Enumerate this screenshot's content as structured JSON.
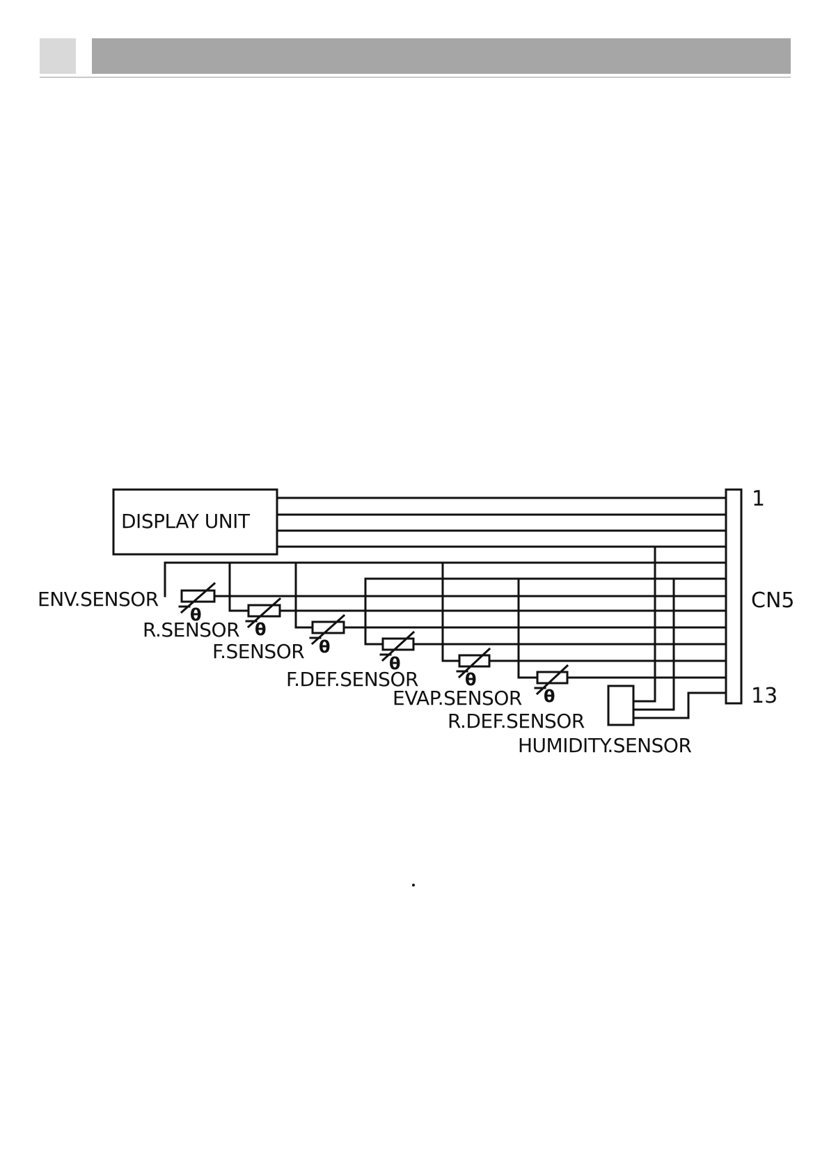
{
  "display_unit": {
    "label": "DISPLAY UNIT"
  },
  "connector": {
    "name": "CN5",
    "pin_first": "1",
    "pin_last": "13"
  },
  "thermistor_symbol": "θ",
  "sensors": [
    {
      "label": "ENV.SENSOR"
    },
    {
      "label": "R.SENSOR"
    },
    {
      "label": "F.SENSOR"
    },
    {
      "label": "F.DEF.SENSOR"
    },
    {
      "label": "EVAP.SENSOR"
    },
    {
      "label": "R.DEF.SENSOR"
    },
    {
      "label": "HUMIDITY.SENSOR"
    }
  ]
}
